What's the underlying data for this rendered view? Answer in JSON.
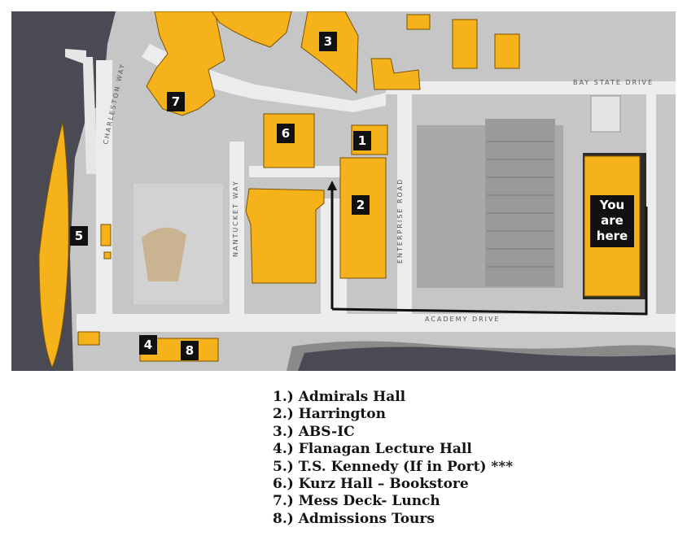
{
  "map": {
    "road_labels": {
      "bay_state_drive": "BAY STATE DRIVE",
      "academy_drive": "ACADEMY DRIVE",
      "enterprise_road": "ENTERPRISE ROAD",
      "nantucket_way": "NANTUCKET WAY",
      "charleston_way": "CHARLESTON WAY"
    },
    "markers": [
      {
        "id": "1",
        "label": "1"
      },
      {
        "id": "2",
        "label": "2"
      },
      {
        "id": "3",
        "label": "3"
      },
      {
        "id": "4",
        "label": "4"
      },
      {
        "id": "5",
        "label": "5"
      },
      {
        "id": "6",
        "label": "6"
      },
      {
        "id": "7",
        "label": "7"
      },
      {
        "id": "8",
        "label": "8"
      }
    ],
    "you_are_here": {
      "line1": "You",
      "line2": "are",
      "line3": "here"
    },
    "colors": {
      "building": "#f6b21b",
      "ground": "#c9c9c9",
      "road": "#ededed",
      "water": "#4b4b55",
      "marker": "#111111",
      "route": "#111111"
    }
  },
  "legend": {
    "items": [
      "1.) Admirals Hall",
      "2.) Harrington",
      "3.) ABS-IC",
      "4.) Flanagan Lecture Hall",
      "5.) T.S. Kennedy (If in Port) ***",
      "6.) Kurz Hall – Bookstore",
      "7.) Mess Deck- Lunch",
      "8.) Admissions Tours"
    ]
  }
}
